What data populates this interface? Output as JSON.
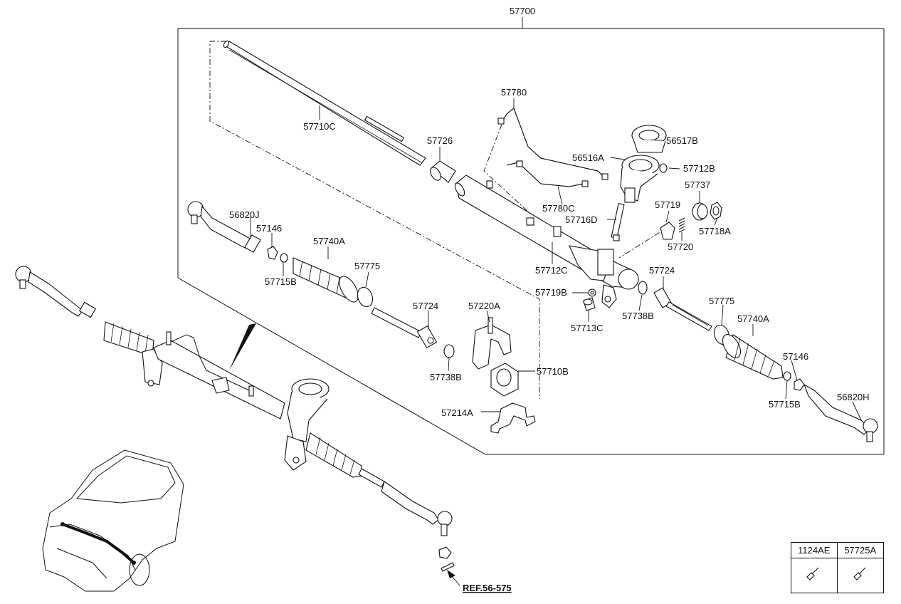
{
  "assembly_number": "57700",
  "part_labels": {
    "p57710C": "57710C",
    "p57726": "57726",
    "p57780": "57780",
    "p56517B": "56517B",
    "p56516A": "56516A",
    "p57712B": "57712B",
    "p57737": "57737",
    "p57780C": "57780C",
    "p57719": "57719",
    "p57716D": "57716D",
    "p57718A": "57718A",
    "p57720": "57720",
    "p56820J": "56820J",
    "p57146_left": "57146",
    "p57740A_left": "57740A",
    "p57715B_left": "57715B",
    "p57775_left": "57775",
    "p57712C": "57712C",
    "p57724_right": "57724",
    "p57719B": "57719B",
    "p57738B_right": "57738B",
    "p57713C": "57713C",
    "p57775_right": "57775",
    "p57740A_right": "57740A",
    "p57724_left": "57724",
    "p57220A": "57220A",
    "p57738B_left": "57738B",
    "p57710B": "57710B",
    "p57146_right": "57146",
    "p57715B_right": "57715B",
    "p56820H": "56820H",
    "p57214A": "57214A"
  },
  "reference_label": "REF.56-575",
  "fastener_table": {
    "headers": [
      "1124AE",
      "57725A"
    ],
    "icons": [
      "bolt-icon",
      "bolt-icon"
    ]
  }
}
